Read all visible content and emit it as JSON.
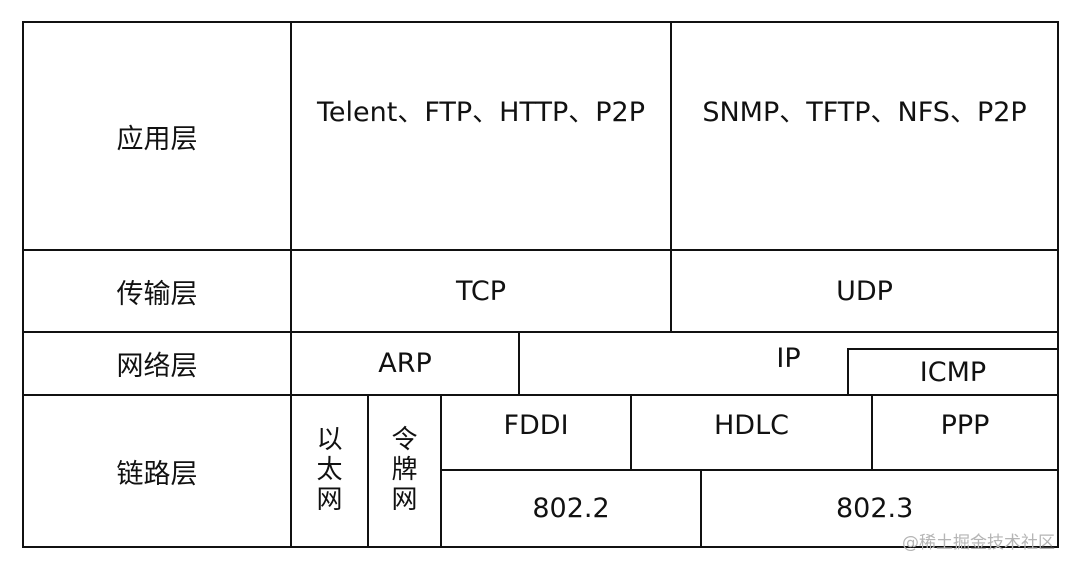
{
  "layers": {
    "application": {
      "label": "应用层",
      "left": "Telent、FTP、HTTP、P2P",
      "right": "SNMP、TFTP、NFS、P2P"
    },
    "transport": {
      "label": "传输层",
      "left": "TCP",
      "right": "UDP"
    },
    "network": {
      "label": "网络层",
      "arp": "ARP",
      "ip": "IP",
      "icmp": "ICMP"
    },
    "link": {
      "label": "链路层",
      "ethernet": [
        "以",
        "太",
        "网"
      ],
      "token_ring": [
        "令",
        "牌",
        "网"
      ],
      "fddi": "FDDI",
      "hdlc": "HDLC",
      "ppp": "PPP",
      "ieee8022": "802.2",
      "ieee8023": "802.3"
    }
  },
  "watermark": "@稀土掘金技术社区"
}
